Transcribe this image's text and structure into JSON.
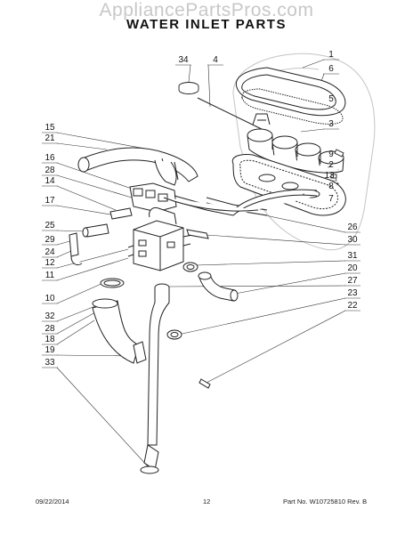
{
  "watermark": "AppliancePartsPros.com",
  "title": "WATER INLET PARTS",
  "footer": {
    "date": "09/22/2014",
    "page": "12",
    "part_no": "Part No. W10725810  Rev. B"
  },
  "callouts": [
    {
      "id": "34",
      "label": "34"
    },
    {
      "id": "4",
      "label": "4"
    },
    {
      "id": "1",
      "label": "1"
    },
    {
      "id": "6",
      "label": "6"
    },
    {
      "id": "5",
      "label": "5"
    },
    {
      "id": "3",
      "label": "3"
    },
    {
      "id": "9",
      "label": "9"
    },
    {
      "id": "2",
      "label": "2"
    },
    {
      "id": "13",
      "label": "13"
    },
    {
      "id": "8",
      "label": "8"
    },
    {
      "id": "7",
      "label": "7"
    },
    {
      "id": "15",
      "label": "15"
    },
    {
      "id": "21",
      "label": "21"
    },
    {
      "id": "16",
      "label": "16"
    },
    {
      "id": "28a",
      "label": "28"
    },
    {
      "id": "14",
      "label": "14"
    },
    {
      "id": "17",
      "label": "17"
    },
    {
      "id": "25",
      "label": "25"
    },
    {
      "id": "29",
      "label": "29"
    },
    {
      "id": "24",
      "label": "24"
    },
    {
      "id": "12",
      "label": "12"
    },
    {
      "id": "11",
      "label": "11"
    },
    {
      "id": "26",
      "label": "26"
    },
    {
      "id": "30",
      "label": "30"
    },
    {
      "id": "31",
      "label": "31"
    },
    {
      "id": "20",
      "label": "20"
    },
    {
      "id": "10",
      "label": "10"
    },
    {
      "id": "27",
      "label": "27"
    },
    {
      "id": "23",
      "label": "23"
    },
    {
      "id": "22",
      "label": "22"
    },
    {
      "id": "32",
      "label": "32"
    },
    {
      "id": "28b",
      "label": "28"
    },
    {
      "id": "18",
      "label": "18"
    },
    {
      "id": "19",
      "label": "19"
    },
    {
      "id": "33",
      "label": "33"
    }
  ]
}
